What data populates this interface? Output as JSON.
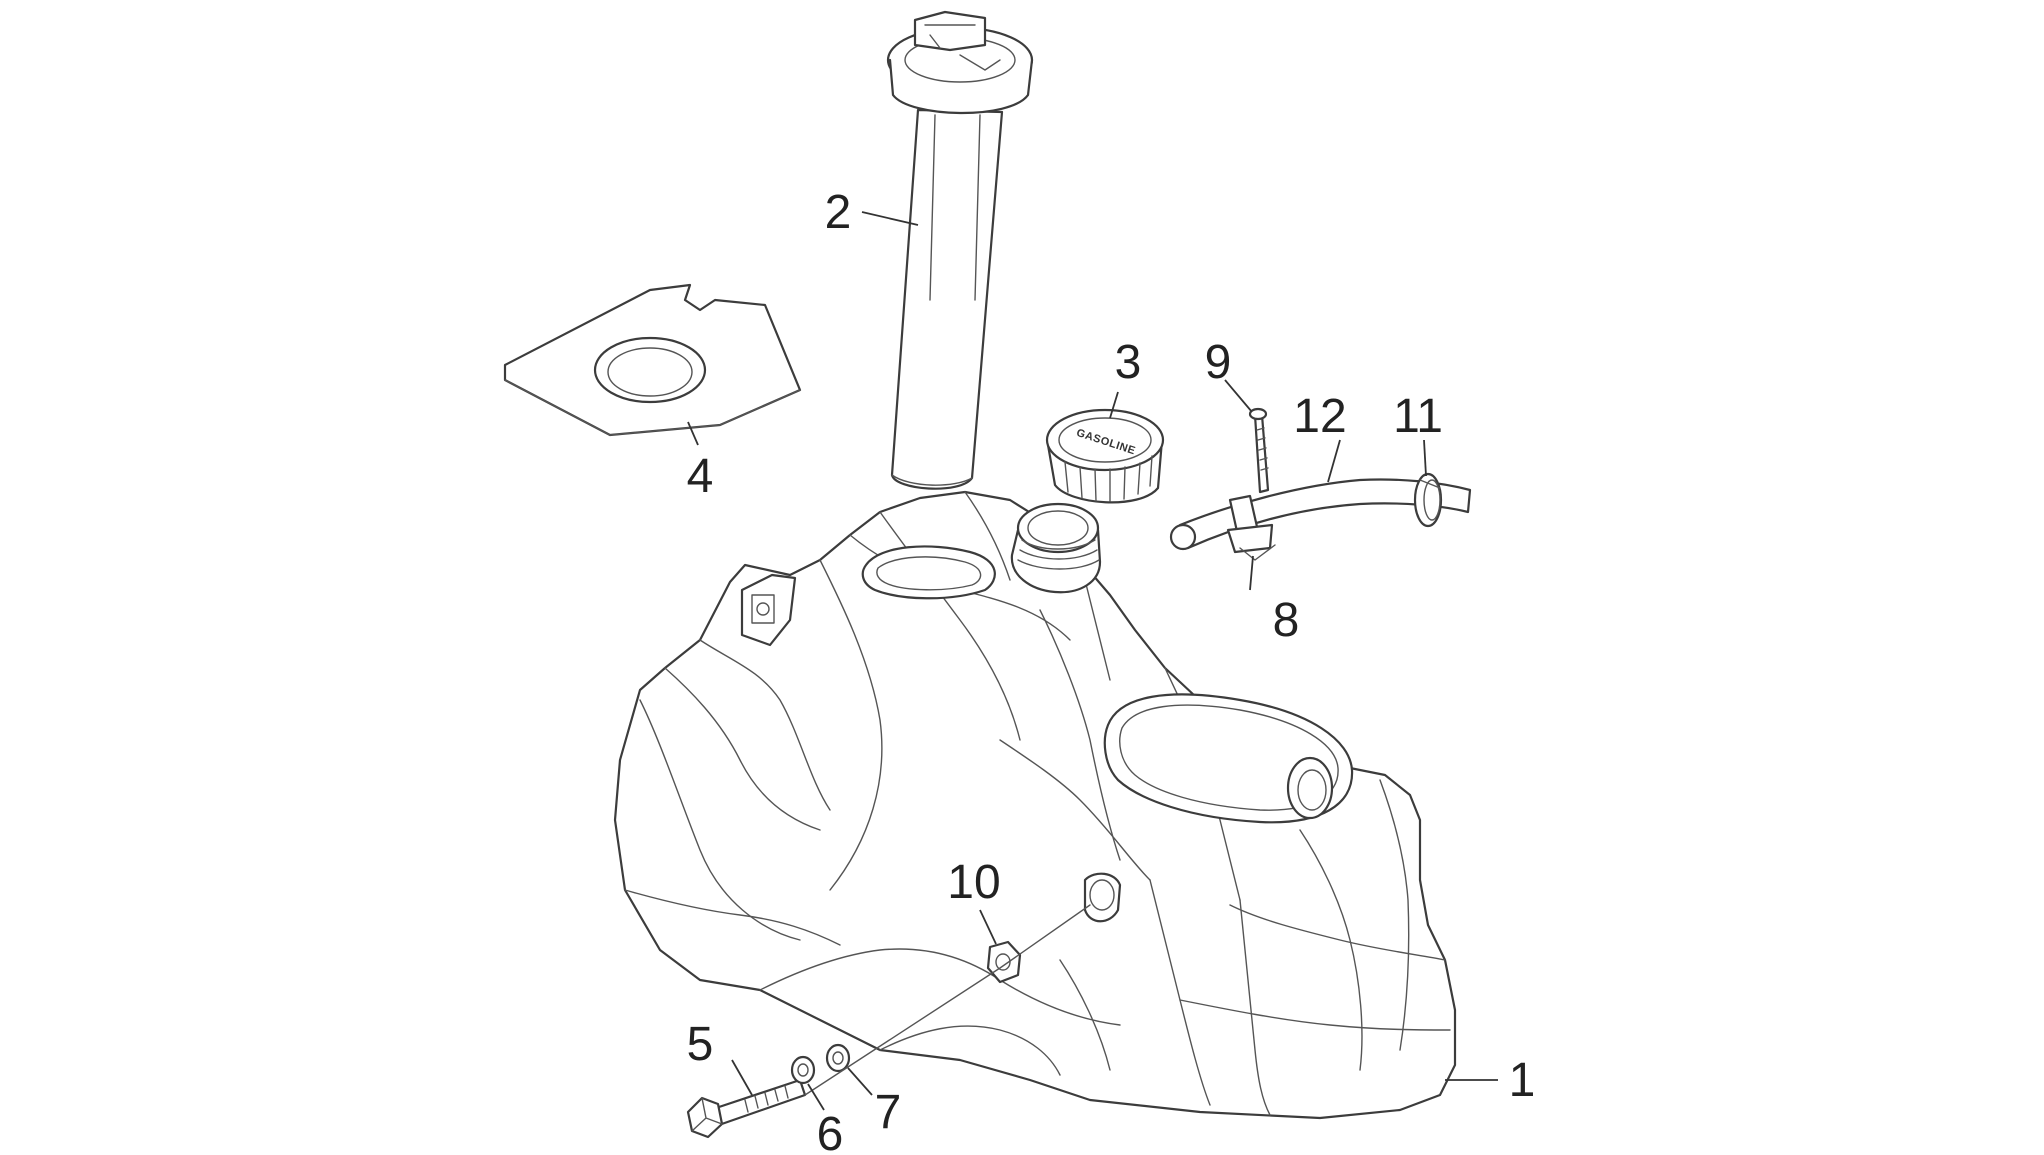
{
  "callouts": {
    "c1": "1",
    "c2": "2",
    "c3": "3",
    "c4": "4",
    "c5": "5",
    "c6": "6",
    "c7": "7",
    "c8": "8",
    "c9": "9",
    "c10": "10",
    "c11": "11",
    "c12": "12"
  },
  "cap_label": "GASOLINE",
  "colors": {
    "line": "#3c3c3c",
    "background": "#ffffff"
  }
}
